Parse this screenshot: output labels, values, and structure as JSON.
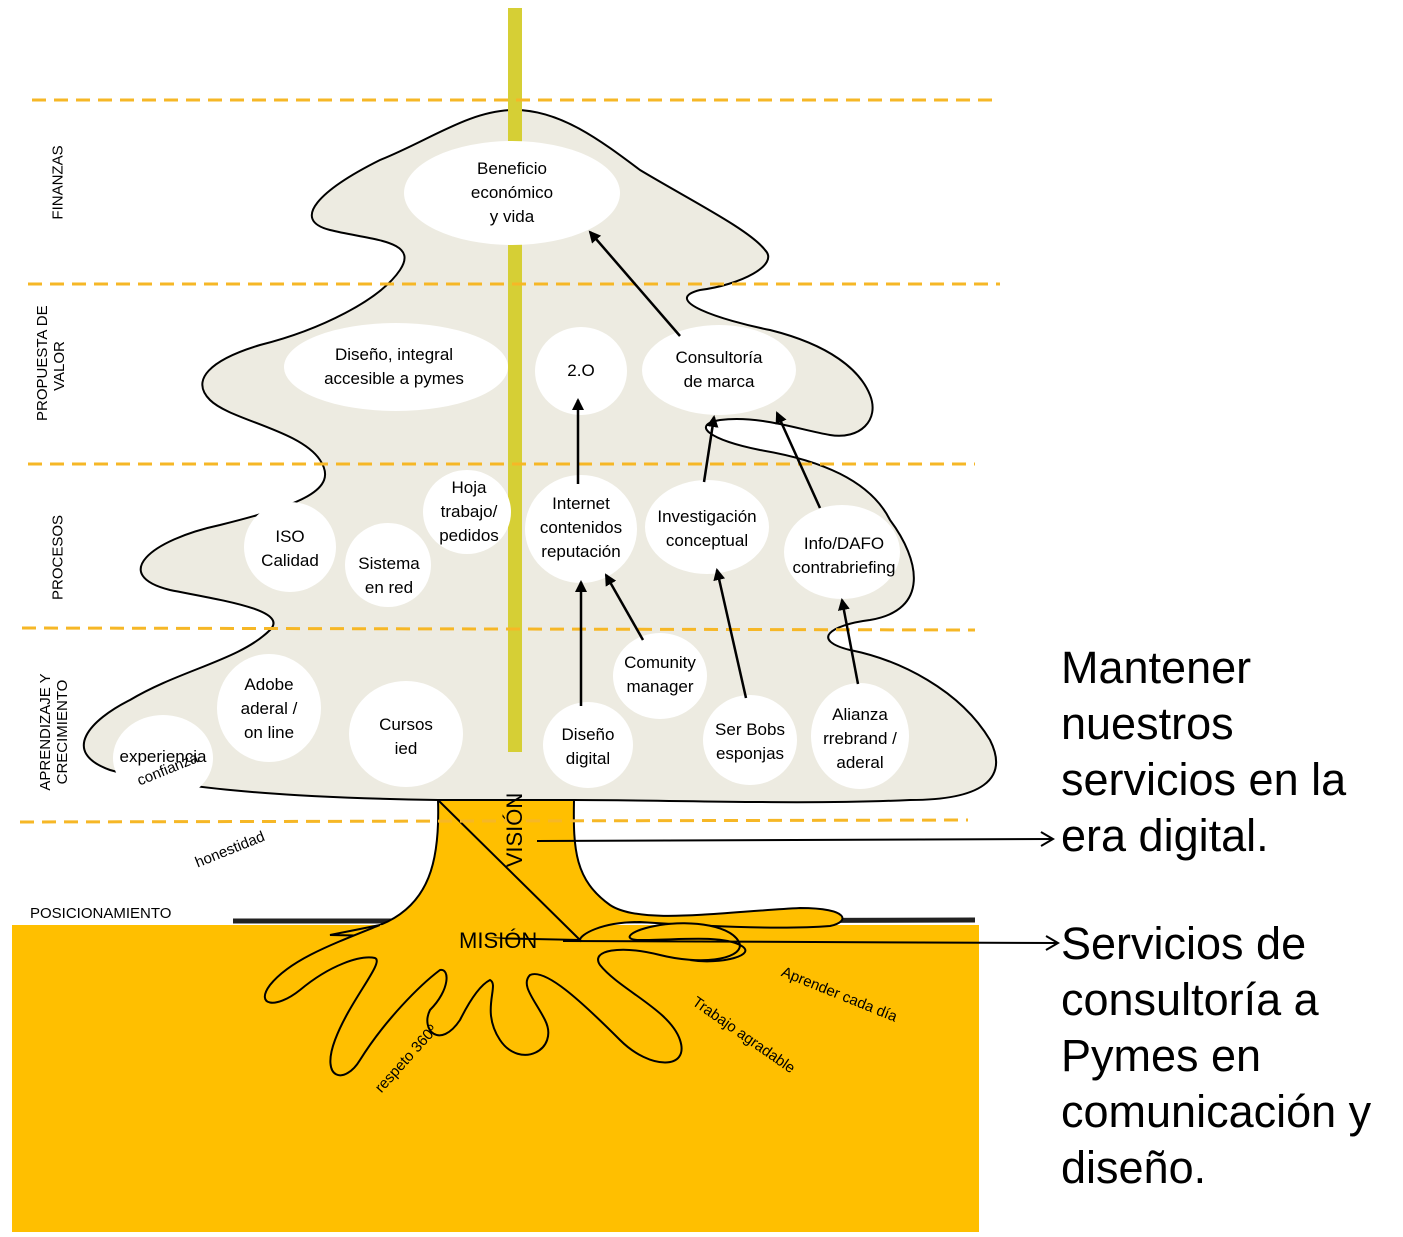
{
  "layers": {
    "finanzas": "FINANZAS",
    "propuesta_line1": "PROPUESTA DE",
    "propuesta_line2": "VALOR",
    "procesos": "PROCESOS",
    "aprendizaje_line1": "APRENDIZAJE Y",
    "aprendizaje_line2": "CRECIMIENTO",
    "posicionamiento": "POSICIONAMIENTO"
  },
  "nodes": {
    "beneficio": "Beneficio\neconómico\ny vida",
    "diseno_integral": "Diseño, integral\naccesible a pymes",
    "dos_o": "2.O",
    "consultoria": "Consultoría\nde marca",
    "hoja": "Hoja\ntrabajo/\npedidos",
    "internet": "Internet\ncontenidos\nreputación",
    "investigacion": "Investigación\nconceptual",
    "info_dafo": "Info/DAFO\ncontrabriefing",
    "iso": "ISO\nCalidad",
    "sistema": "Sistema\nen red",
    "comunity": "Comunity\nmanager",
    "adobe": "Adobe\naderal /\non line",
    "cursos": "Cursos\nied",
    "experiencia": "experiencia",
    "diseno_digital": "Diseño\ndigital",
    "ser_bobs": "Ser Bobs\nesponjas",
    "alianza": "Alianza\nrrebrand /\naderal"
  },
  "trunk": {
    "vision": "VISIÓN",
    "mision": "MISIÓN"
  },
  "values": {
    "confianza": "confianza",
    "honestidad": "honestidad",
    "respeto": "respeto 360º",
    "trabajo": "Trabajo agradable",
    "aprender": "Aprender cada día"
  },
  "statements": {
    "vision_text": "Mantener\nnuestros\nservicios en la\nera digital.",
    "mision_text": "Servicios de\nconsultoría a\nPymes en\ncomunicación y\ndiseño."
  },
  "colors": {
    "tree_fill": "#edebe1",
    "root_fill": "#ffbf00",
    "trunk_pole": "#d6cf35",
    "divider": "#f6b726",
    "node_fill": "#ffffff"
  }
}
